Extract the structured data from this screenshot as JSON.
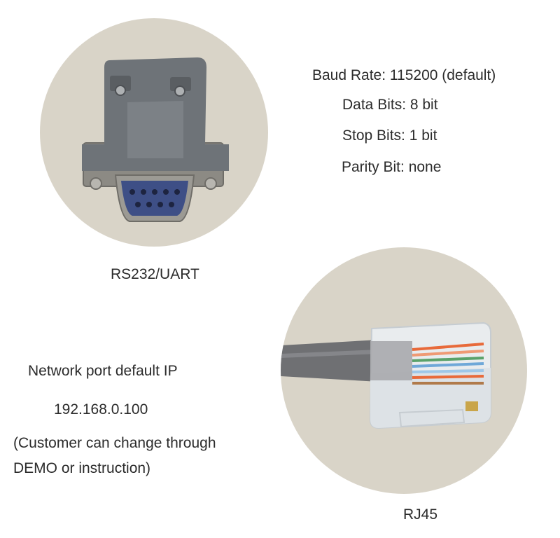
{
  "rs232": {
    "caption": "RS232/UART",
    "settings": {
      "baud_rate": "Baud Rate: 115200 (default)",
      "data_bits": "Data Bits: 8 bit",
      "stop_bits": "Stop Bits: 1 bit",
      "parity_bit": "Parity Bit: none"
    }
  },
  "rj45": {
    "caption": "RJ45",
    "network": {
      "title": "Network port default IP",
      "ip": "192.168.0.100",
      "note_line1": "(Customer can change through",
      "note_line2": "DEMO or instruction)"
    }
  },
  "colors": {
    "circle_bg": "#d9d4c8",
    "connector_gray": "#6e7378",
    "db9_face": "#3e4f86",
    "text": "#2b2b2b"
  }
}
